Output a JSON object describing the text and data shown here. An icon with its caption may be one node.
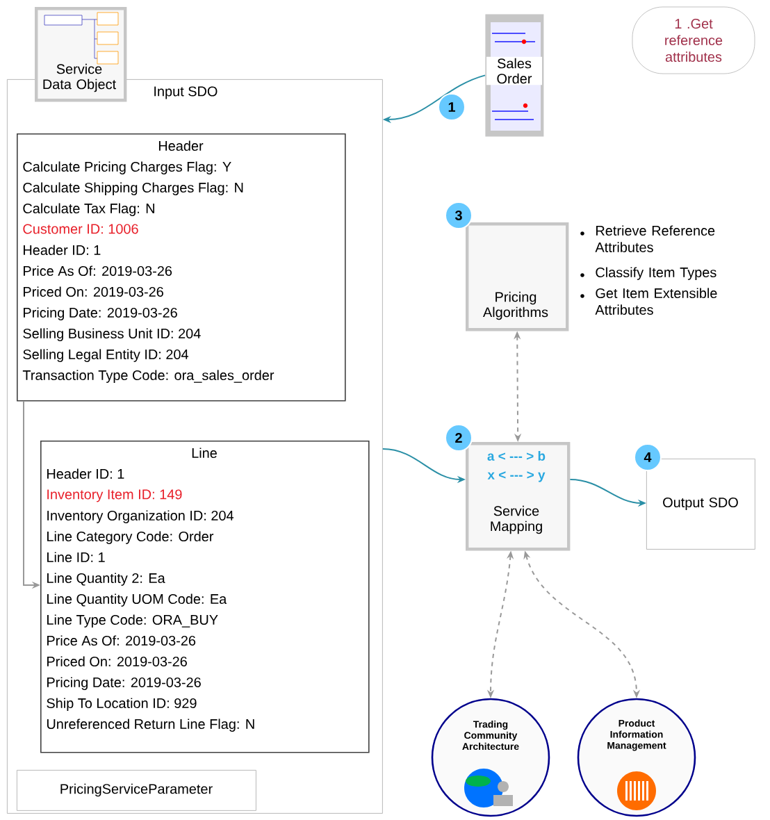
{
  "diagram": {
    "nodes": [
      {
        "text": [
          "Service Data Object"
        ]
      },
      {
        "text": [
          "Input SDO"
        ]
      },
      {
        "text": [
          "Header",
          "Calculate Pricing Charges Flag: Y",
          "Calculate Shipping Charges Flag: N",
          "Calculate Tax Flag: N",
          "Customer ID: 1006",
          "Header ID: 1",
          "Price As Of: 2019-03-26",
          "Priced On: 2019-03-26",
          "Pricing Date: 2019-03-26",
          "Selling Business Unit ID: 204",
          "Selling Legal Entity ID: 204",
          "Transaction Type Code: ora_sales_order"
        ],
        "in": 1
      },
      {
        "text": [
          "Line",
          "Header ID: 1",
          "Inventory Item ID: 149",
          "Inventory Organization ID: 204",
          "Line Category Code: Order",
          "Line ID: 1",
          "Line Quantity 2: Ea",
          "Line Quantity UOM Code: Ea",
          "Line Type Code: ORA_BUY",
          "Price As Of: 2019-03-26",
          "Priced On: 2019-03-26",
          "Pricing Date: 2019-03-26",
          "Ship To Location ID: 929",
          "Unreferenced Return Line Flag: N"
        ],
        "in": 1
      },
      {
        "text": [
          "PricingServiceParameter"
        ],
        "in": 1
      },
      {
        "text": [
          "Sales Order"
        ]
      },
      {
        "text": [
          "1 .Get reference attributes"
        ]
      },
      {
        "text": [
          "Pricing Algorithms"
        ],
        "beside": [
          "Retrieve Reference Attributes",
          "Classify Item Types",
          "Get Item Extensible Attributes"
        ]
      },
      {
        "text": [
          "a < --- > b",
          "x < --- > y",
          "Service Mapping"
        ]
      },
      {
        "text": [
          "Output SDO"
        ]
      },
      {
        "text": [
          "Trading Community Architecture"
        ]
      },
      {
        "text": [
          "Product Information Management"
        ]
      }
    ],
    "edges": [
      {
        "from": 5,
        "to": 1,
        "arrow": "to",
        "color": "#2a8fa6"
      },
      {
        "from": 2,
        "to": 3,
        "arrow": "to"
      },
      {
        "from": 1,
        "to": 8,
        "arrow": "to",
        "color": "#2a8fa6"
      },
      {
        "from": 8,
        "to": 9,
        "arrow": "to",
        "color": "#2a8fa6"
      },
      {
        "from": 7,
        "to": 8,
        "arrow": "both",
        "style": "dashed"
      },
      {
        "from": 8,
        "to": 10,
        "arrow": "both",
        "style": "dashed"
      },
      {
        "from": 8,
        "to": 11,
        "arrow": "both",
        "style": "dashed"
      }
    ],
    "labels": [
      "1",
      "3",
      "2",
      "4"
    ]
  }
}
